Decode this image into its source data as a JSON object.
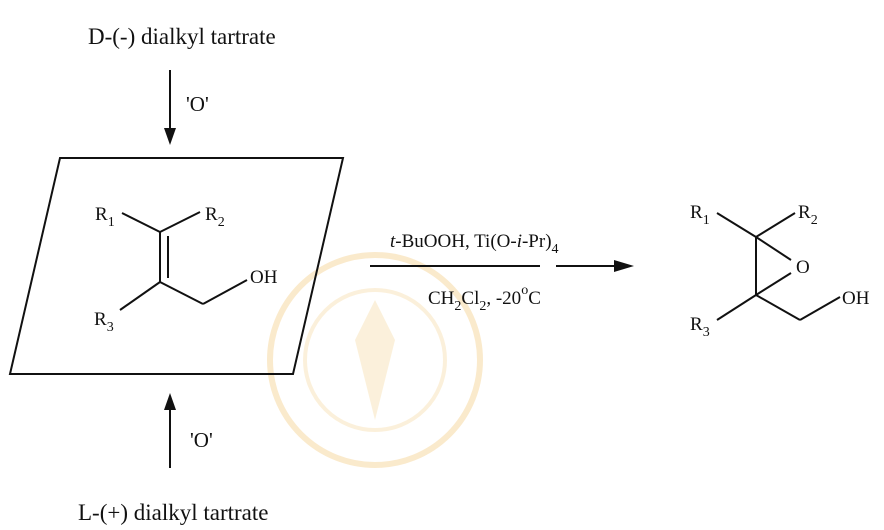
{
  "top_reagent": "D-(-) dialkyl tartrate",
  "bottom_reagent": "L-(+) dialkyl tartrate",
  "oxygen_top": "'O'",
  "oxygen_bottom": "'O'",
  "reactant": {
    "r1": "R",
    "r1_sub": "1",
    "r2": "R",
    "r2_sub": "2",
    "r3": "R",
    "r3_sub": "3",
    "oh": "OH"
  },
  "conditions": {
    "above_t": "t",
    "above_main": "-BuOOH, Ti(O-",
    "above_i": "i",
    "above_end": "-Pr)",
    "above_sub": "4",
    "below_a": "CH",
    "below_sub1": "2",
    "below_b": "Cl",
    "below_sub2": "2",
    "below_c": ", -20",
    "below_deg": "o",
    "below_d": "C"
  },
  "product": {
    "r1": "R",
    "r1_sub": "1",
    "r2": "R",
    "r2_sub": "2",
    "r3": "R",
    "r3_sub": "3",
    "o": "O",
    "oh": "OH"
  },
  "colors": {
    "ink": "#111111",
    "watermark": "#f2c470"
  }
}
